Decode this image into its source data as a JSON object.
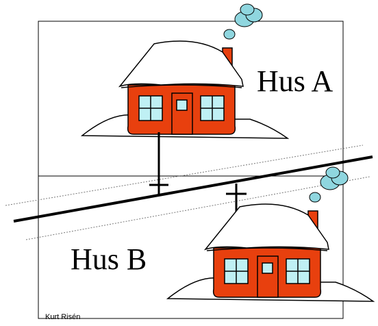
{
  "labels": {
    "house_a": "Hus A",
    "house_b": "Hus B",
    "credit": "Kurt Risén"
  },
  "colors": {
    "house_wall": "#e8400e",
    "house_outline": "#000000",
    "window_glass": "#bff0f4",
    "smoke": "#8fd6df",
    "snow": "#ffffff",
    "line": "#000000"
  },
  "icons": [
    "house-icon",
    "chimney-icon",
    "smoke-icon",
    "snow-roof-icon"
  ]
}
